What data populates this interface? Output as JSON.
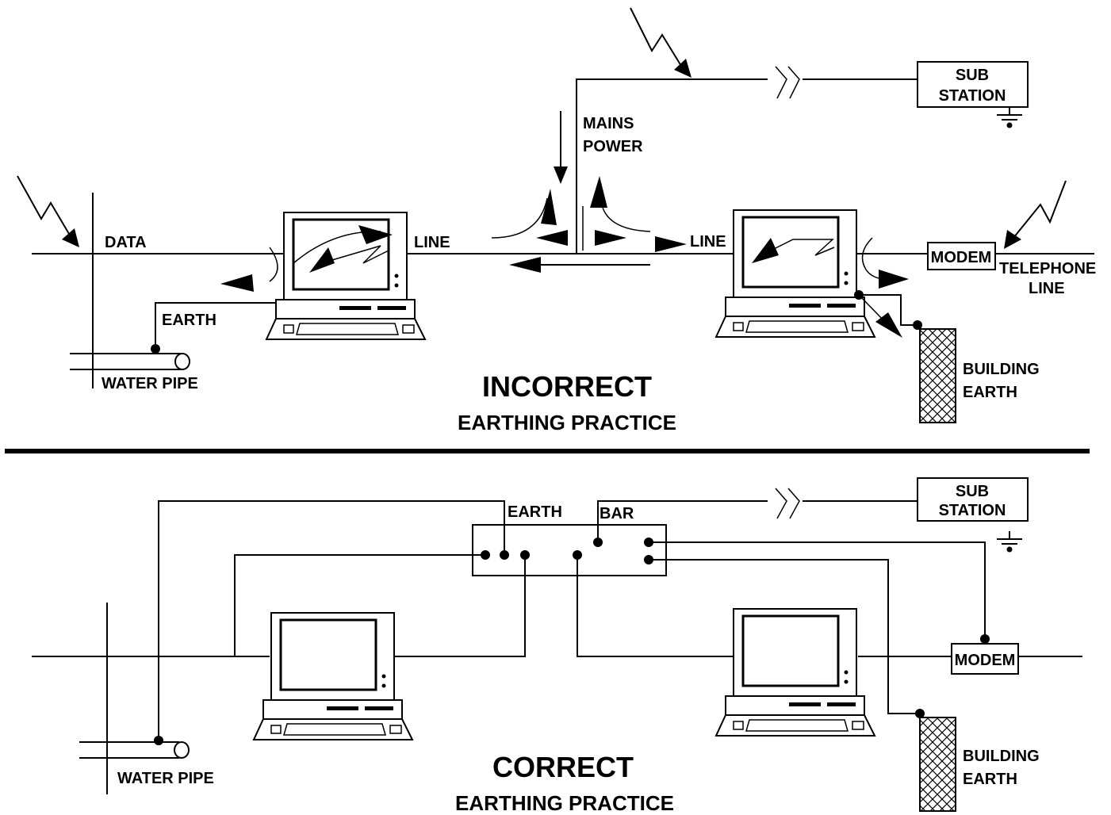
{
  "incorrect": {
    "title": "INCORRECT",
    "subtitle": "EARTHING PRACTICE",
    "labels": {
      "data": "DATA",
      "line_left": "LINE",
      "line_right": "LINE",
      "earth": "EARTH",
      "water_pipe": "WATER PIPE",
      "mains_1": "MAINS",
      "mains_2": "POWER",
      "sub_1": "SUB",
      "sub_2": "STATION",
      "modem": "MODEM",
      "telephone_1": "TELEPHONE",
      "telephone_2": "LINE",
      "building_1": "BUILDING",
      "building_2": "EARTH"
    }
  },
  "correct": {
    "title": "CORRECT",
    "subtitle": "EARTHING PRACTICE",
    "labels": {
      "earth": "EARTH",
      "bar": "BAR",
      "sub_1": "SUB",
      "sub_2": "STATION",
      "modem": "MODEM",
      "water_pipe": "WATER PIPE",
      "building_1": "BUILDING",
      "building_2": "EARTH"
    }
  }
}
